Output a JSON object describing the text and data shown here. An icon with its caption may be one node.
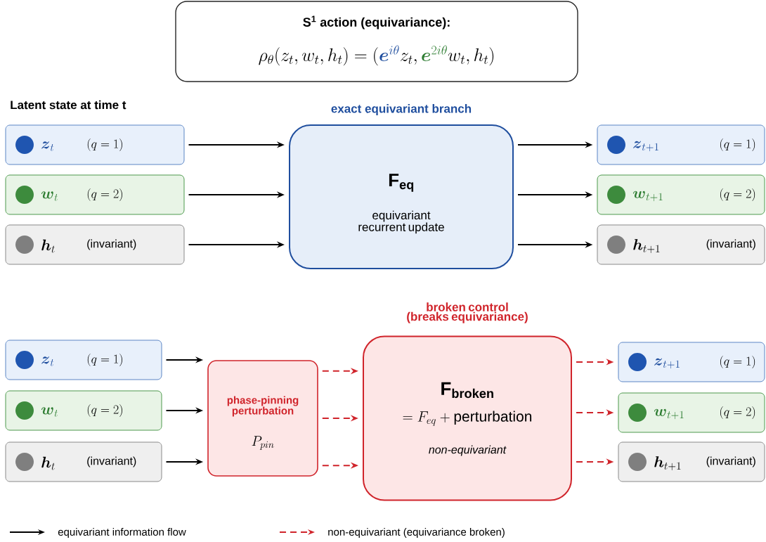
{
  "diagram": {
    "nodes": [
      {
        "text": [
          "S$^{1}$ action (equivariance):",
          "\\rho_\\theta(z_t, w_t, h_t) = ({\\color{eqblue}\\boldsymbol{e}^{i\\theta}} z_t, {\\color{eqgreen}\\boldsymbol{e}^{2i\\theta}} w_t, h_t)"
        ]
      },
      {
        "text": [
          "\\boldsymbol{z}_t",
          "(q = 1)"
        ]
      },
      {
        "text": [
          "\\boldsymbol{w}_t",
          "(q = 2)"
        ]
      },
      {
        "text": [
          "\\boldsymbol{h}_t",
          "(invariant)"
        ]
      },
      {
        "text": [
          "exact equivariant branch",
          "\\mathbf{F}_{\\mathbf{eq}}",
          "equivariant recurrent update"
        ]
      },
      {
        "text": [
          "\\boldsymbol{z}_{t+1}",
          "(q = 1)"
        ]
      },
      {
        "text": [
          "\\boldsymbol{w}_{t+1}",
          "(q = 2)"
        ]
      },
      {
        "text": [
          "\\boldsymbol{h}_{t+1}",
          "(invariant)"
        ]
      },
      {
        "text": [
          "\\boldsymbol{z}_t",
          "(q = 1)"
        ]
      },
      {
        "text": [
          "\\boldsymbol{w}_t",
          "(q = 2)"
        ]
      },
      {
        "text": [
          "\\boldsymbol{h}_t",
          "(invariant)"
        ]
      },
      {
        "text": [
          "phase-pinning perturbation",
          "P_{pin}"
        ]
      },
      {
        "text": [
          "broken control (breaks equivariance)",
          "\\mathbf{F}_{\\mathbf{broken}}",
          "= F_{eq} + \\mathrm{perturbation}",
          "non-equivariant"
        ]
      },
      {
        "text": [
          "\\boldsymbol{z}_{t+1}",
          "(q = 1)"
        ]
      },
      {
        "text": [
          "\\boldsymbol{w}_{t+1}",
          "(q = 2)"
        ]
      },
      {
        "text": [
          "\\boldsymbol{h}_{t+1}",
          "(invariant)"
        ]
      }
    ],
    "edges": [
      {
        "from": 1,
        "to": 4,
        "arrow": "to"
      },
      {
        "from": 2,
        "to": 4,
        "arrow": "to"
      },
      {
        "from": 3,
        "to": 4,
        "arrow": "to"
      },
      {
        "from": 4,
        "to": 5,
        "arrow": "to"
      },
      {
        "from": 4,
        "to": 6,
        "arrow": "to"
      },
      {
        "from": 4,
        "to": 7,
        "arrow": "to"
      },
      {
        "from": 8,
        "to": 11,
        "arrow": "to"
      },
      {
        "from": 9,
        "to": 11,
        "arrow": "to"
      },
      {
        "from": 10,
        "to": 11,
        "arrow": "to"
      },
      {
        "from": 11,
        "to": 12,
        "arrow": "to",
        "style": "dashed",
        "color": "#d0242b"
      },
      {
        "from": 11,
        "to": 12,
        "arrow": "to",
        "style": "dashed",
        "color": "#d0242b"
      },
      {
        "from": 11,
        "to": 12,
        "arrow": "to",
        "style": "dashed",
        "color": "#d0242b"
      },
      {
        "from": 12,
        "to": 13,
        "arrow": "to",
        "style": "dashed",
        "color": "#d0242b"
      },
      {
        "from": 12,
        "to": 14,
        "arrow": "to",
        "style": "dashed",
        "color": "#d0242b"
      },
      {
        "from": 12,
        "to": 15,
        "arrow": "to",
        "style": "dashed",
        "color": "#d0242b"
      }
    ],
    "labels": [
      "Latent state at time t"
    ],
    "legend": [
      {
        "text": "equivariant information flow"
      },
      {
        "text": "non-equivariant (equivariance broken)"
      }
    ]
  }
}
